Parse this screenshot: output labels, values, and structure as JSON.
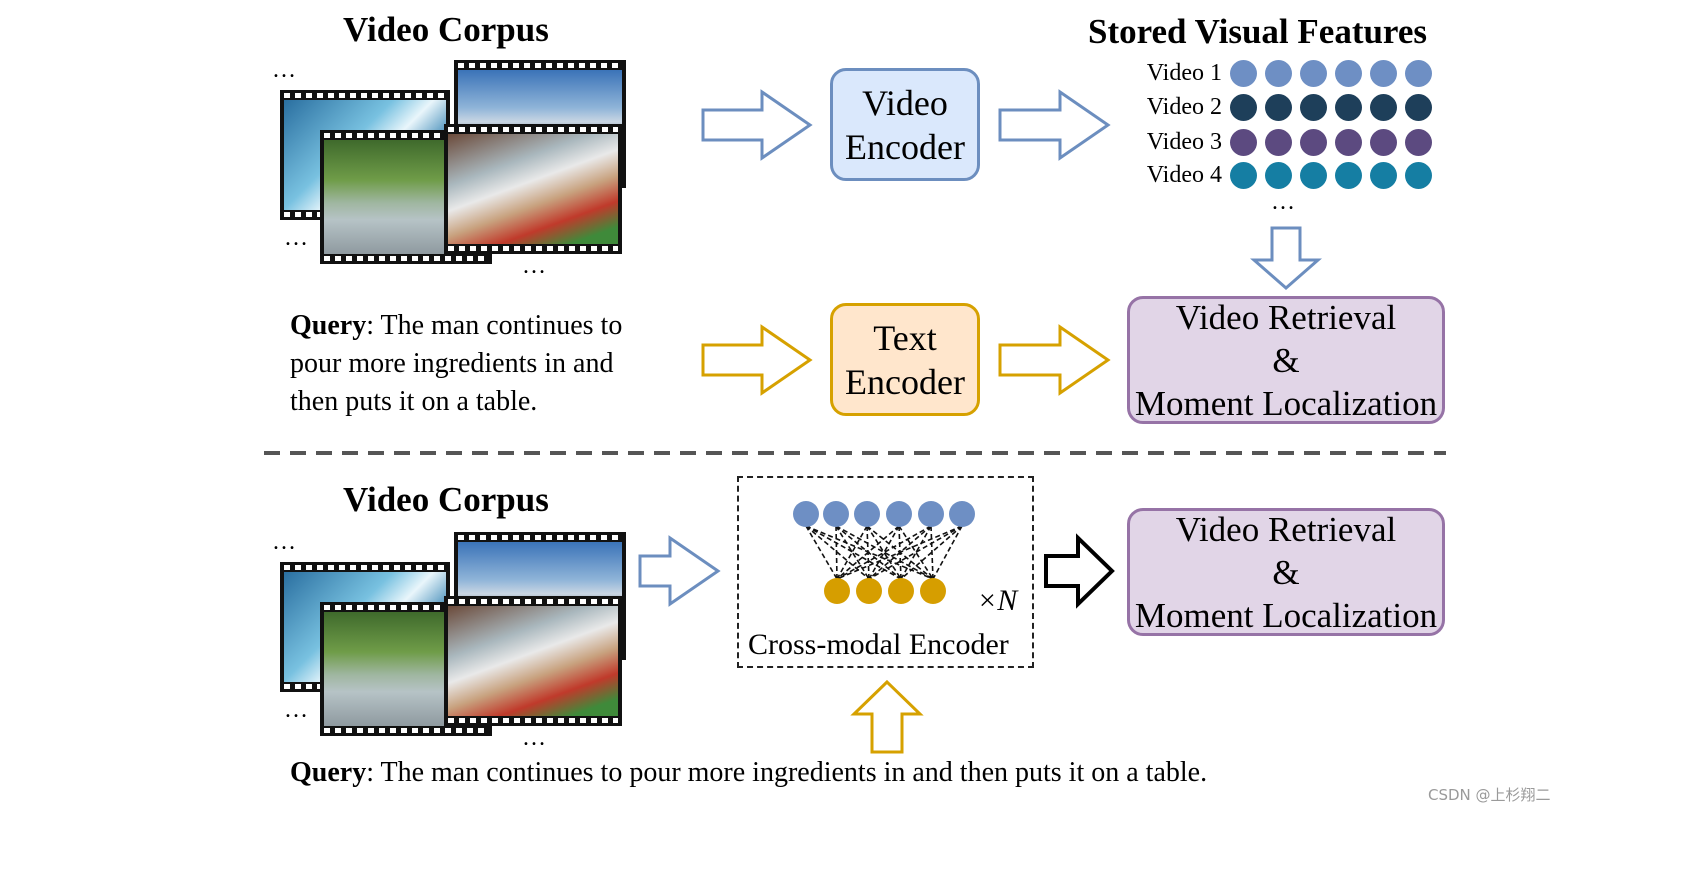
{
  "top": {
    "corpus_title": "Video Corpus",
    "video_encoder": [
      "Video",
      "Encoder"
    ],
    "stored_title": "Stored Visual Features",
    "stored_rows": [
      {
        "label": "Video 1",
        "color": "#6e8fc4"
      },
      {
        "label": "Video 2",
        "color": "#1e3f5a"
      },
      {
        "label": "Video 3",
        "color": "#5c4a80"
      },
      {
        "label": "Video 4",
        "color": "#157ea3"
      }
    ],
    "query_bold": "Query",
    "query_lines": [
      ": The man continues to",
      "pour more ingredients in and",
      "then puts it on a table."
    ],
    "text_encoder": [
      "Text",
      "Encoder"
    ],
    "retrieval": [
      "Video Retrieval",
      "&",
      "Moment Localization"
    ]
  },
  "bottom": {
    "corpus_title": "Video Corpus",
    "cross_modal_label": "Cross-modal Encoder",
    "times_n": "×N",
    "retrieval": [
      "Video Retrieval",
      "&",
      "Moment Localization"
    ],
    "query_bold": "Query",
    "query_rest": ": The man continues to pour more ingredients in and then puts it on a table."
  },
  "ellipsis": "…",
  "colors": {
    "visual": "#6e8fc4",
    "text": "#d6a100",
    "video_node": "#6e8fc4",
    "text_node": "#d69e00"
  },
  "watermark": "CSDN @上杉翔二"
}
